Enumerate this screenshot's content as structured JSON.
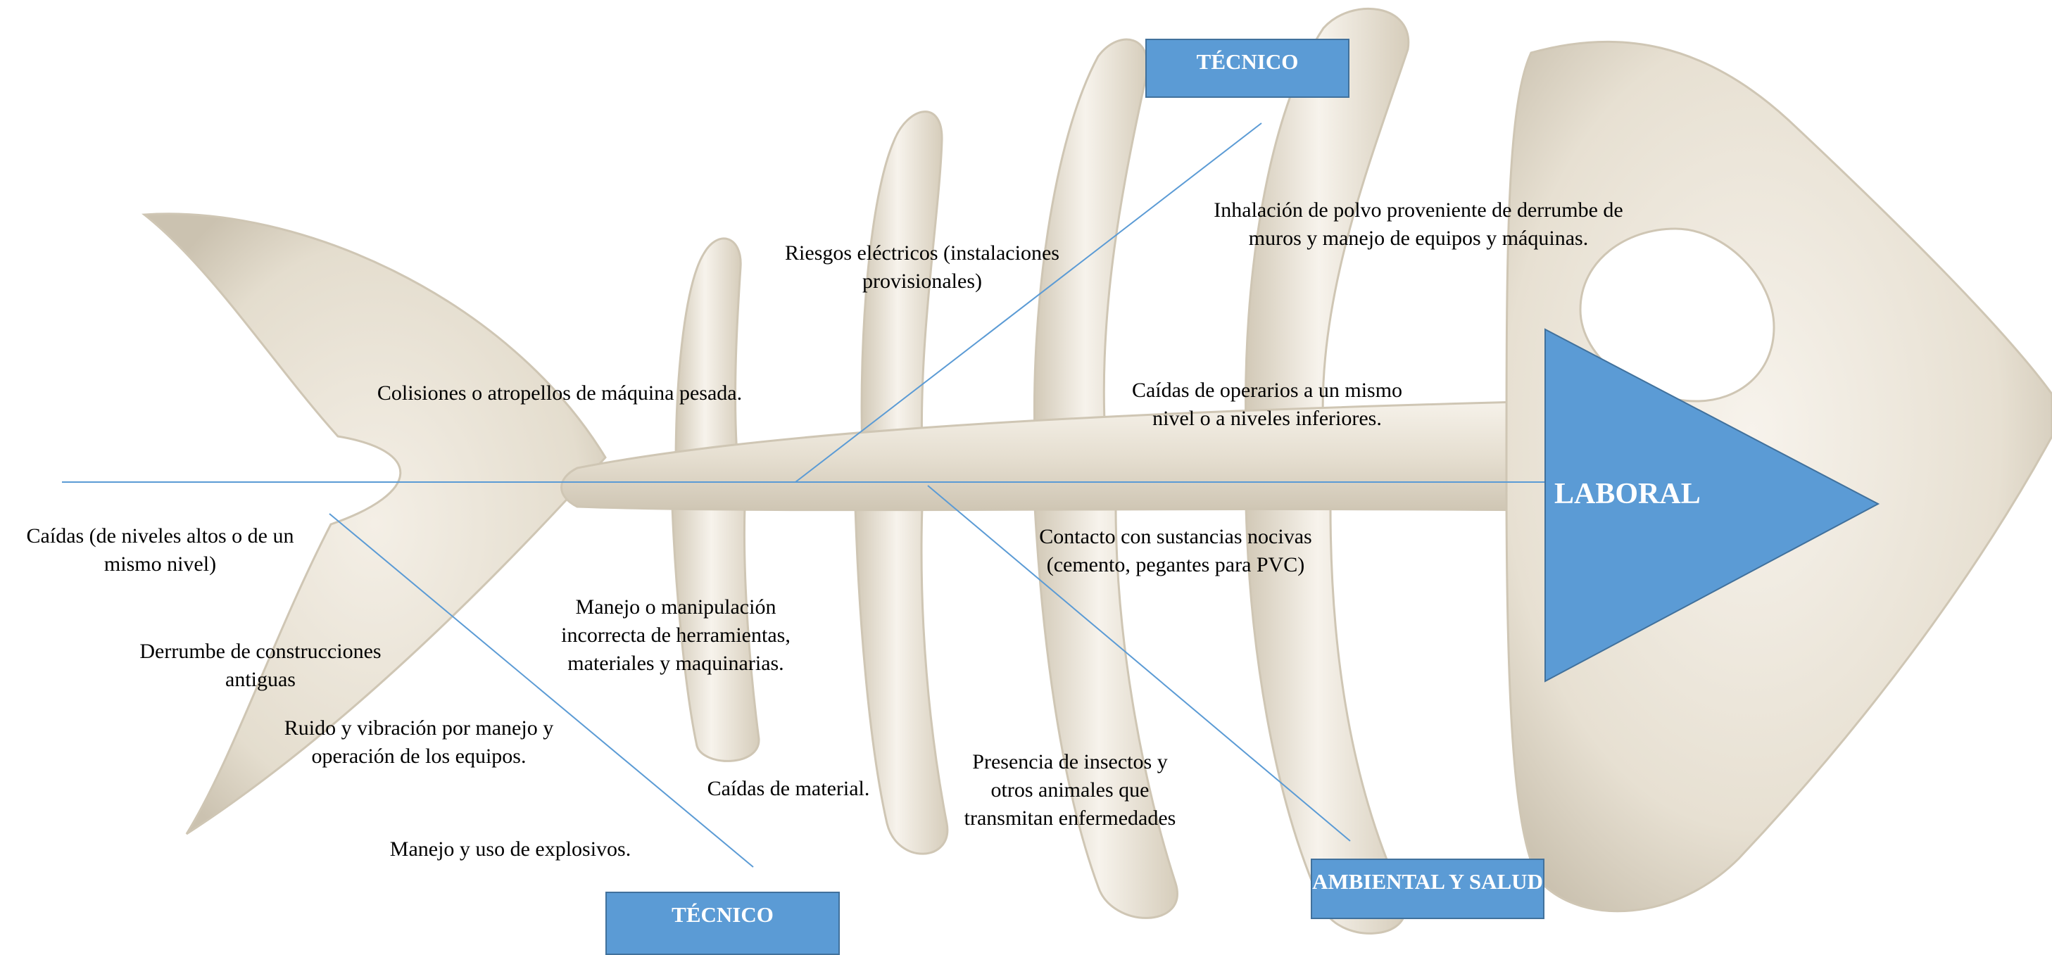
{
  "colors": {
    "bone_fill": "#ece6da",
    "bone_shade": "#c9c0ae",
    "bone_highlight": "#fbf8f2",
    "line": "#5b9bd5",
    "box": "#5b9bd5",
    "box_border": "#41719c",
    "box_text": "#ffffff",
    "text": "#000000"
  },
  "effect": {
    "label": "LABORAL"
  },
  "categories": {
    "top": "TÉCNICO",
    "bottom_left": "TÉCNICO",
    "bottom_right": "AMBIENTAL Y SALUD"
  },
  "causes": {
    "electric": "Riesgos eléctricos (instalaciones\nprovisionales)",
    "dust": "Inhalación de polvo proveniente de derrumbe de\nmuros y manejo de equipos y máquinas.",
    "collisions": "Colisiones o atropellos de máquina pesada.",
    "operator_falls": "Caídas de operarios a un mismo\nnivel o a niveles inferiores.",
    "falls": "Caídas (de niveles altos o de un\nmismo nivel)",
    "contact": "Contacto con sustancias nocivas\n(cemento, pegantes para PVC)",
    "handling": "Manejo o manipulación\nincorrecta de herramientas,\nmateriales y maquinarias.",
    "collapse": "Derrumbe de construcciones\nantiguas",
    "noise": "Ruido y vibración por manejo y\noperación de los equipos.",
    "material_falls": "Caídas de material.",
    "insects": "Presencia de insectos y\notros animales que\ntransmitan enfermedades",
    "explosives": "Manejo y uso de explosivos."
  }
}
